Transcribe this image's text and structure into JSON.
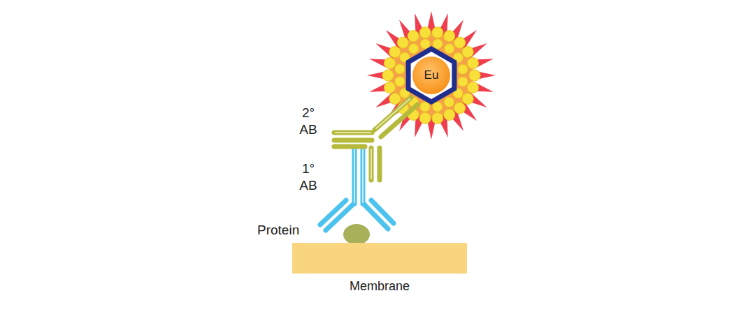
{
  "diagram": {
    "nodes": [
      {
        "text": [
          "Eu"
        ]
      },
      {
        "text": [
          "Membrane"
        ]
      }
    ],
    "labels": [
      "2° AB",
      "1° AB",
      "Protein"
    ]
  }
}
